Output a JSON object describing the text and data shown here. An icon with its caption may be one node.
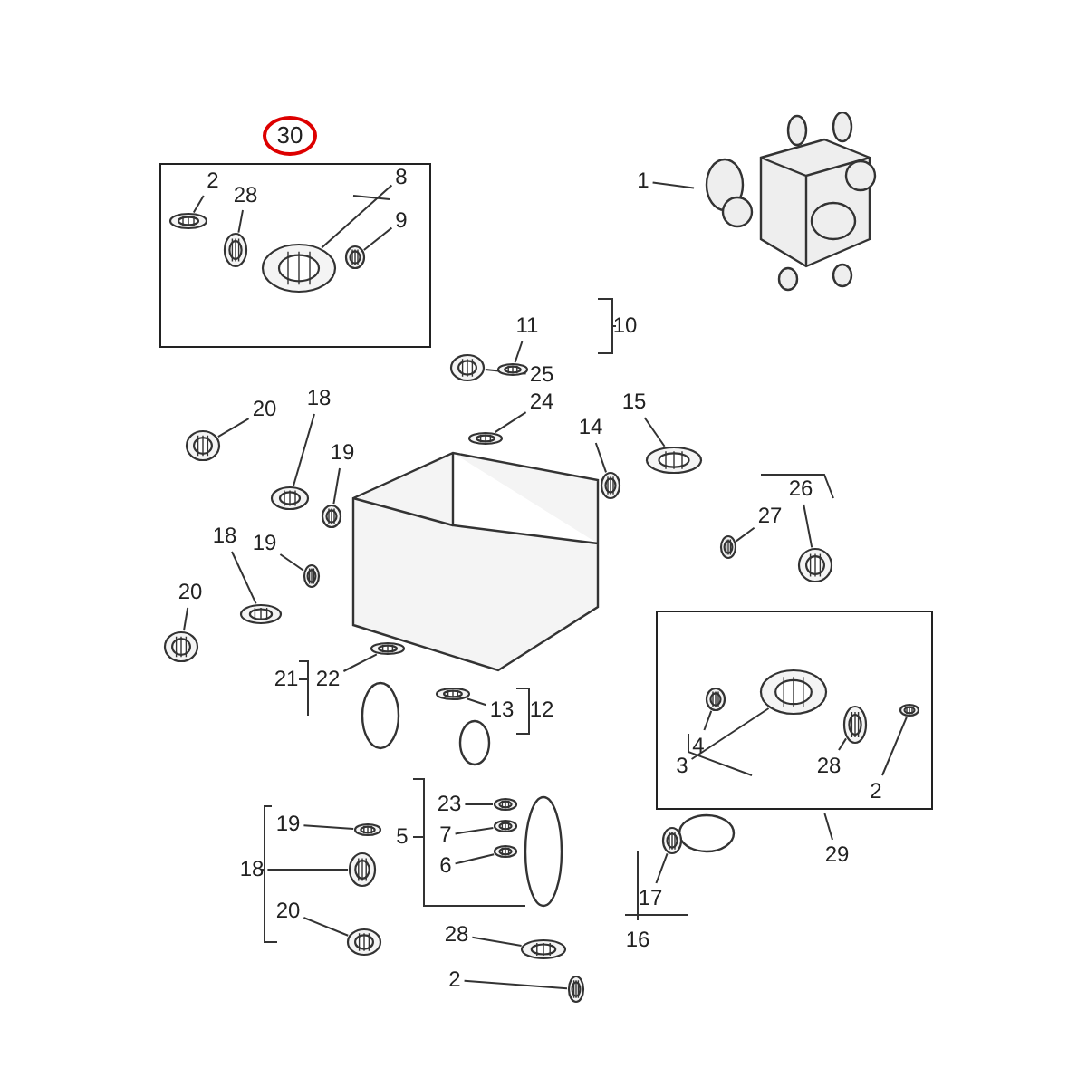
{
  "diagram": {
    "nodes": [
      {
        "text": [
          "30"
        ]
      },
      {
        "text": [],
        "shape": "box"
      },
      {
        "text": [
          "2"
        ],
        "in": 1
      },
      {
        "text": [
          "28"
        ],
        "in": 1
      },
      {
        "text": [
          "8"
        ],
        "in": 1
      },
      {
        "text": [
          "9"
        ],
        "in": 1
      },
      {
        "text": [
          "1"
        ]
      },
      {
        "text": [],
        "shape": "picture"
      },
      {
        "text": [
          "11"
        ]
      },
      {
        "text": [
          "25"
        ]
      },
      {
        "text": [
          "24"
        ]
      },
      {
        "text": [
          "18"
        ]
      },
      {
        "text": [
          "20"
        ]
      },
      {
        "text": [
          "19"
        ]
      },
      {
        "text": [
          "14"
        ]
      },
      {
        "text": [
          "15"
        ]
      },
      {
        "text": [
          "26"
        ]
      },
      {
        "text": [
          "27"
        ]
      },
      {
        "text": [
          "18"
        ]
      },
      {
        "text": [
          "19"
        ]
      },
      {
        "text": [
          "20"
        ]
      },
      {
        "text": [
          "22"
        ]
      },
      {
        "text": [
          "13"
        ]
      },
      {
        "text": [],
        "shape": "box"
      },
      {
        "text": [
          "4"
        ],
        "in": 23
      },
      {
        "text": [
          "3"
        ],
        "in": 23
      },
      {
        "text": [
          "28"
        ],
        "in": 23
      },
      {
        "text": [
          "2"
        ],
        "in": 23
      },
      {
        "text": [
          "29"
        ]
      },
      {
        "text": [
          "23"
        ]
      },
      {
        "text": [
          "7"
        ]
      },
      {
        "text": [
          "6"
        ]
      },
      {
        "text": [
          "19"
        ]
      },
      {
        "text": [
          "18"
        ]
      },
      {
        "text": [
          "20"
        ]
      },
      {
        "text": [
          "17"
        ]
      },
      {
        "text": [
          "28"
        ]
      },
      {
        "text": [
          "2"
        ]
      },
      {
        "text": [],
        "shape": "picture",
        "in": 1
      },
      {
        "text": [],
        "shape": "picture",
        "in": 1
      },
      {
        "text": [],
        "shape": "picture",
        "in": 1
      },
      {
        "text": [],
        "shape": "picture",
        "in": 1
      },
      {
        "text": [],
        "shape": "picture"
      },
      {
        "text": [],
        "shape": "picture"
      },
      {
        "text": [],
        "shape": "picture"
      },
      {
        "text": [],
        "shape": "picture"
      },
      {
        "text": [],
        "shape": "picture"
      },
      {
        "text": [],
        "shape": "picture"
      },
      {
        "text": [],
        "shape": "picture"
      },
      {
        "text": [],
        "shape": "picture"
      },
      {
        "text": [],
        "shape": "picture"
      },
      {
        "text": [],
        "shape": "picture"
      },
      {
        "text": [],
        "shape": "picture"
      },
      {
        "text": [],
        "shape": "picture"
      },
      {
        "text": [],
        "shape": "picture"
      },
      {
        "text": [],
        "shape": "picture"
      },
      {
        "text": [],
        "shape": "picture"
      },
      {
        "text": [],
        "shape": "picture",
        "in": 23
      },
      {
        "text": [],
        "shape": "picture",
        "in": 23
      },
      {
        "text": [],
        "shape": "picture",
        "in": 23
      },
      {
        "text": [],
        "shape": "picture",
        "in": 23
      },
      {
        "text": [],
        "shape": "picture"
      },
      {
        "text": [],
        "shape": "picture"
      },
      {
        "text": [],
        "shape": "picture"
      },
      {
        "text": [],
        "shape": "picture"
      },
      {
        "text": [],
        "shape": "picture"
      },
      {
        "text": [],
        "shape": "picture"
      },
      {
        "text": [],
        "shape": "picture"
      },
      {
        "text": [],
        "shape": "picture"
      },
      {
        "text": [],
        "shape": "picture"
      }
    ],
    "edges": [
      {
        "from": 2,
        "to": 38,
        "arrow": "none"
      },
      {
        "from": 3,
        "to": 39,
        "arrow": "none"
      },
      {
        "from": 4,
        "to": 40,
        "arrow": "none"
      },
      {
        "from": 5,
        "to": 41,
        "arrow": "none"
      },
      {
        "from": 6,
        "to": 7,
        "arrow": "none"
      },
      {
        "from": 8,
        "to": 42,
        "arrow": "none"
      },
      {
        "from": 9,
        "to": 43,
        "arrow": "none"
      },
      {
        "from": 10,
        "to": 44,
        "arrow": "none"
      },
      {
        "from": 11,
        "to": 45,
        "arrow": "none"
      },
      {
        "from": 12,
        "to": 46,
        "arrow": "none"
      },
      {
        "from": 13,
        "to": 47,
        "arrow": "none"
      },
      {
        "from": 14,
        "to": 48,
        "arrow": "none"
      },
      {
        "from": 15,
        "to": 49,
        "arrow": "none"
      },
      {
        "from": 16,
        "to": 50,
        "arrow": "none"
      },
      {
        "from": 17,
        "to": 51,
        "arrow": "none"
      },
      {
        "from": 18,
        "to": 52,
        "arrow": "none"
      },
      {
        "from": 19,
        "to": 53,
        "arrow": "none"
      },
      {
        "from": 20,
        "to": 54,
        "arrow": "none"
      },
      {
        "from": 21,
        "to": 55,
        "arrow": "none"
      },
      {
        "from": 22,
        "to": 56,
        "arrow": "none"
      },
      {
        "from": 24,
        "to": 57,
        "arrow": "none"
      },
      {
        "from": 25,
        "to": 58,
        "arrow": "none"
      },
      {
        "from": 26,
        "to": 59,
        "arrow": "none"
      },
      {
        "from": 27,
        "to": 60,
        "arrow": "none"
      },
      {
        "from": 28,
        "to": 23,
        "arrow": "none"
      },
      {
        "from": 29,
        "to": 61,
        "arrow": "none"
      },
      {
        "from": 30,
        "to": 62,
        "arrow": "none"
      },
      {
        "from": 31,
        "to": 63,
        "arrow": "none"
      },
      {
        "from": 32,
        "to": 64,
        "arrow": "none"
      },
      {
        "from": 33,
        "to": 65,
        "arrow": "none"
      },
      {
        "from": 34,
        "to": 66,
        "arrow": "none"
      },
      {
        "from": 35,
        "to": 67,
        "arrow": "none"
      },
      {
        "from": 36,
        "to": 68,
        "arrow": "none"
      },
      {
        "from": 37,
        "to": 69,
        "arrow": "none"
      }
    ],
    "labels": [
      "10",
      "21",
      "12",
      "5",
      "16"
    ]
  }
}
